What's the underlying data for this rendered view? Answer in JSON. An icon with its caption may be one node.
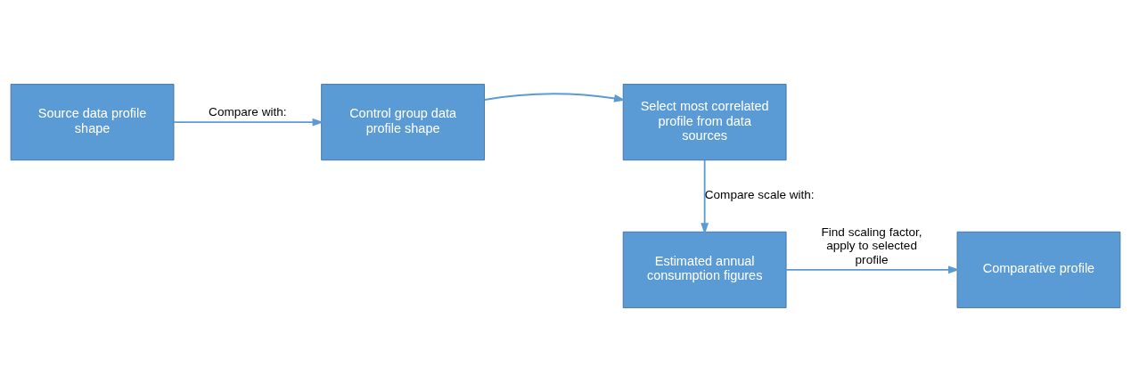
{
  "diagram": {
    "nodes": [
      {
        "text": [
          "Source data profile shape"
        ]
      },
      {
        "text": [
          "Control group data profile shape"
        ]
      },
      {
        "text": [
          "Select most correlated profile from data sources"
        ]
      },
      {
        "text": [
          "Estimated annual consumption figures"
        ]
      },
      {
        "text": [
          "Comparative profile"
        ]
      }
    ],
    "edges": [
      {
        "from": 0,
        "to": 1,
        "arrow": "to",
        "label": "Compare with:"
      },
      {
        "from": 1,
        "to": 2,
        "arrow": "to"
      },
      {
        "from": 2,
        "to": 3,
        "arrow": "to",
        "label": "Compare scale with:"
      },
      {
        "from": 3,
        "to": 4,
        "arrow": "to",
        "label": "Find scaling factor, apply to selected profile"
      }
    ]
  }
}
